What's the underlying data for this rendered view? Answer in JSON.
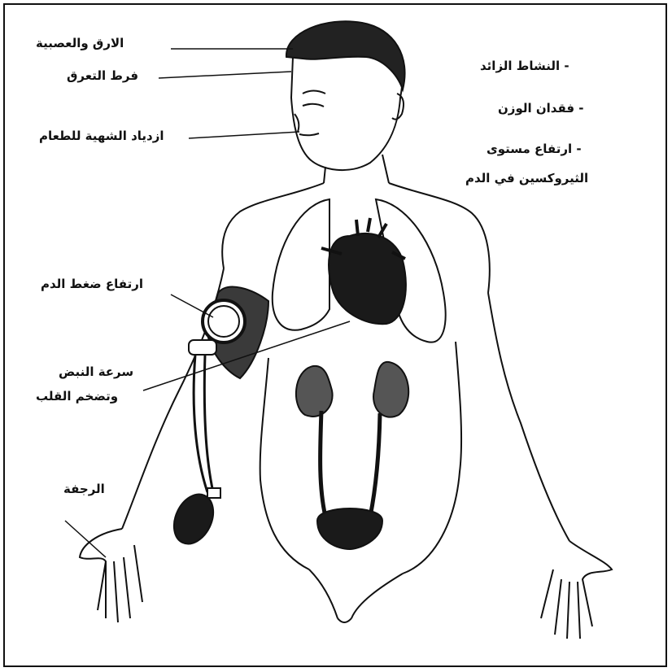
{
  "labels_left": {
    "nervousness": "الارق والعصبية",
    "sweating": "فرط التعرق",
    "appetite": "ازدياد الشهية للطعام",
    "blood_pressure": "ارتفاع ضغط الدم",
    "pulse_line1": "سرعة النبض",
    "pulse_line2": "وتضخم القلب",
    "tremor": "الرجفة"
  },
  "labels_right": {
    "hyperactivity": "- النشاط الزائد",
    "weight_loss": "- فقدان الوزن",
    "thyroxine_line1": "- ارتفاع مستوى",
    "thyroxine_line2": "الثيروكسين في الدم"
  }
}
